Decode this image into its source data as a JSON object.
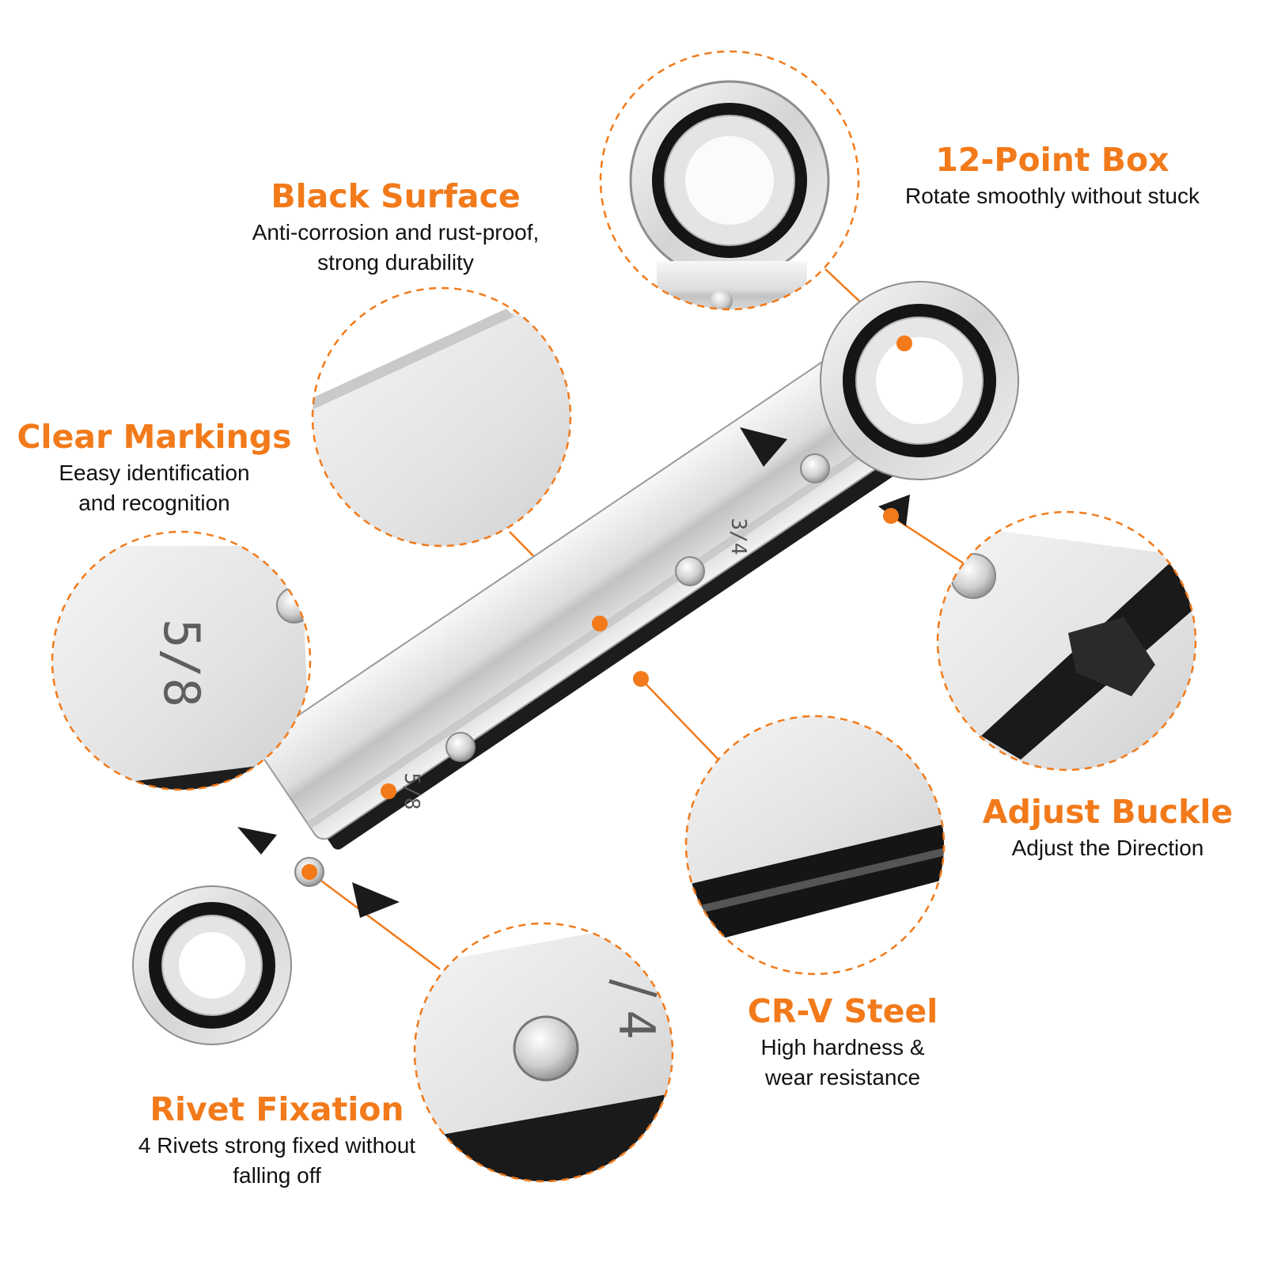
{
  "accent_color": "#f27a1a",
  "features": [
    {
      "id": "twelve-point-box",
      "title": "12-Point Box",
      "lines": [
        "Rotate smoothly without stuck"
      ],
      "icon": "closeup-12-point-box"
    },
    {
      "id": "black-surface",
      "title": "Black Surface",
      "lines": [
        "Anti-corrosion and rust-proof,",
        "strong durability"
      ],
      "icon": "closeup-black-surface"
    },
    {
      "id": "clear-markings",
      "title": "Clear Markings",
      "lines": [
        "Eeasy identification",
        "and recognition"
      ],
      "icon": "closeup-marking-5-8"
    },
    {
      "id": "adjust-buckle",
      "title": "Adjust Buckle",
      "lines": [
        "Adjust the Direction"
      ],
      "icon": "closeup-adjust-buckle"
    },
    {
      "id": "crv-steel",
      "title": "CR-V Steel",
      "lines": [
        "High hardness &",
        "wear resistance"
      ],
      "icon": "closeup-crv-steel"
    },
    {
      "id": "rivet-fixation",
      "title": "Rivet Fixation",
      "lines": [
        "4 Rivets strong fixed without",
        "falling off"
      ],
      "icon": "closeup-rivet"
    }
  ],
  "wrench": {
    "marking_large": "3/4",
    "marking_small": "5/8",
    "closeup_marking": "5/8",
    "closeup_rivet_marking": "4"
  }
}
